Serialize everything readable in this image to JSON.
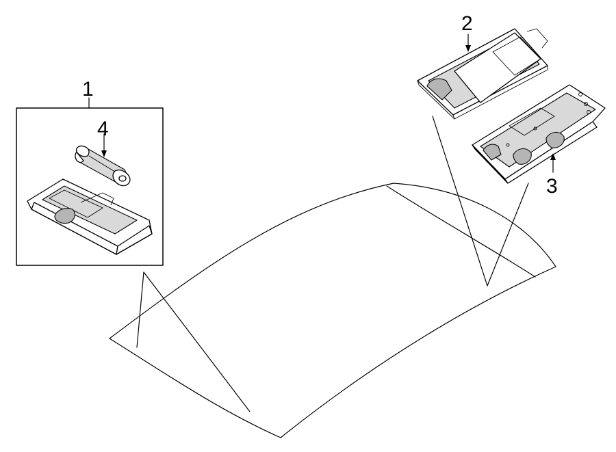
{
  "callouts": [
    {
      "id": "1",
      "label": "1"
    },
    {
      "id": "2",
      "label": "2"
    },
    {
      "id": "3",
      "label": "3"
    },
    {
      "id": "4",
      "label": "4"
    }
  ],
  "colors": {
    "line": "#000000",
    "background": "#ffffff",
    "shade": "#d9d9d9"
  },
  "parts": {
    "part_1": "dome-lamp-assembly",
    "part_2": "map-lamp-assembly",
    "part_3": "lamp-housing-with-switches",
    "part_4": "festoon-bulb",
    "roof": "roof-panel-outline"
  }
}
